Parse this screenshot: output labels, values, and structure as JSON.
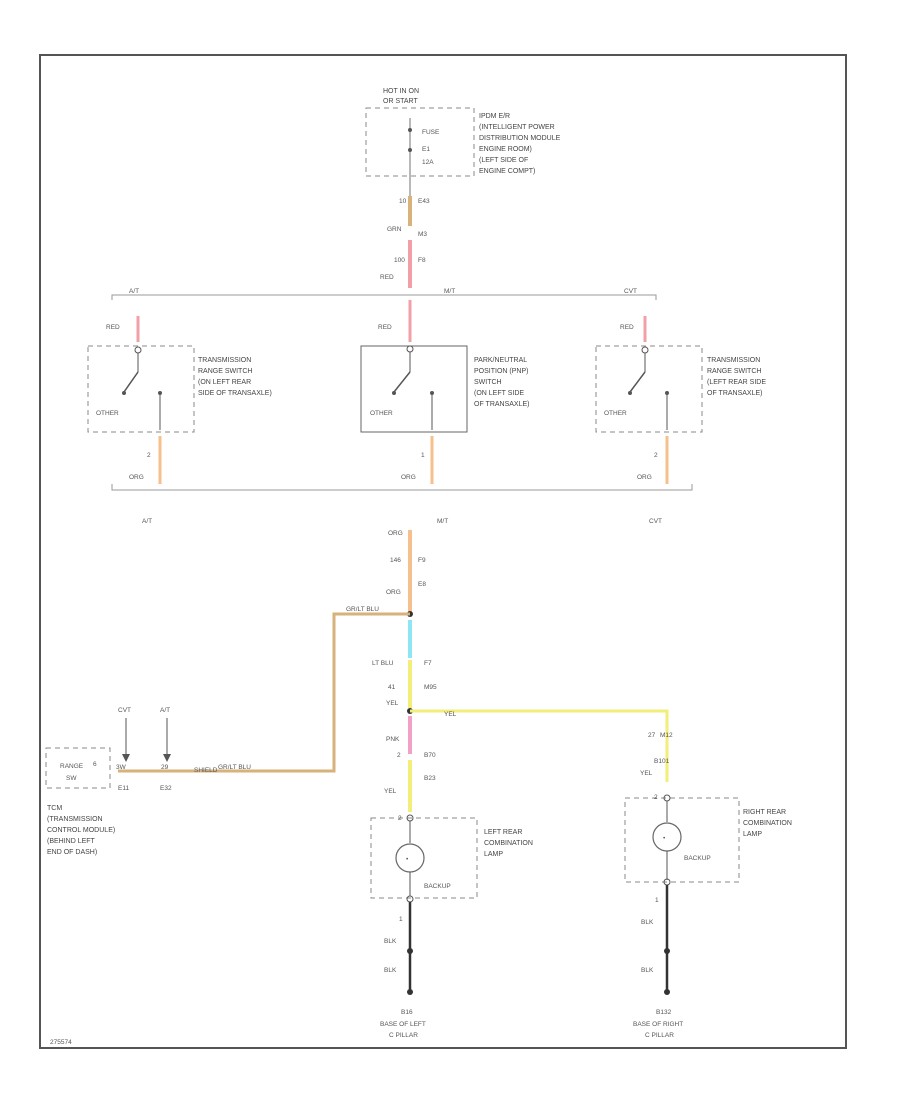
{
  "power": {
    "title_lines": [
      "HOT IN ON",
      "OR START"
    ],
    "fuse_lines": [
      "FUSE",
      "E1",
      "12A"
    ],
    "desc_lines": [
      "IPDM E/R",
      "(INTELLIGENT POWER",
      "DISTRIBUTION MODULE",
      "ENGINE ROOM)",
      "(LEFT SIDE OF",
      "ENGINE COMPT)"
    ],
    "conn1": "10",
    "conn1b": "E43",
    "wire1_color": "GRN",
    "wire1_label": "M3",
    "conn2": "100",
    "conn2b": "F8",
    "wire2_color": "RED"
  },
  "branches": {
    "left_tag": "A/T",
    "center_tag": "M/T",
    "right_tag": "CVT",
    "left_bottom": "A/T",
    "center_bottom": "M/T",
    "right_bottom": "CVT"
  },
  "switches": {
    "left": {
      "wire_top": "RED",
      "other": "OTHER",
      "pin": "2",
      "wire_bottom": "ORG",
      "desc_lines": [
        "TRANSMISSION",
        "RANGE SWITCH",
        "(ON LEFT REAR",
        "SIDE OF TRANSAXLE)"
      ]
    },
    "center": {
      "wire_top": "RED",
      "other": "OTHER",
      "pin": "1",
      "wire_bottom": "ORG",
      "desc_lines": [
        "PARK/NEUTRAL",
        "POSITION (PNP)",
        "SWITCH",
        "(ON LEFT SIDE",
        "OF TRANSAXLE)"
      ]
    },
    "right": {
      "wire_top": "RED",
      "other": "OTHER",
      "pin": "2",
      "wire_bottom": "ORG",
      "desc_lines": [
        "TRANSMISSION",
        "RANGE SWITCH",
        "(LEFT REAR SIDE",
        "OF TRANSAXLE)"
      ]
    }
  },
  "middle": {
    "wire_org_top": "ORG",
    "conn_a": "146",
    "conn_ab": "F9",
    "wire_org_mid": "ORG",
    "conn_ac": "E8",
    "splice_label": "GR/LT BLU",
    "wire_ltblu": "LT BLU",
    "conn_d": "F7",
    "conn_e": "41",
    "conn_eb": "M95",
    "wire_yel": "YEL",
    "wire_yel_right": "YEL",
    "wire_pnk": "PNK",
    "conn_f": "2",
    "conn_fb": "B70",
    "conn_g": "B23",
    "wire_yel2": "YEL"
  },
  "tcm": {
    "box_lines": [
      "RANGE",
      "SW"
    ],
    "pin": "6",
    "pin_conn": "3W",
    "conn_cvt": "E11",
    "conn_at": "E32",
    "pin_at": "29",
    "label_cvt": "CVT",
    "label_at": "A/T",
    "wire": "GR/LT BLU",
    "wire_note": "SHIELD",
    "desc_lines": [
      "TCM",
      "(TRANSMISSION",
      "CONTROL MODULE)",
      "(BEHIND LEFT",
      "END OF DASH)"
    ]
  },
  "left_lamp": {
    "pin_top": "2",
    "bulb": "BACKUP",
    "desc_lines": [
      "LEFT REAR",
      "COMBINATION",
      "LAMP"
    ],
    "pin_bot": "1",
    "wire1": "BLK",
    "wire2": "BLK",
    "ground": "B16",
    "ground_desc": [
      "BASE OF LEFT",
      "C PILLAR"
    ]
  },
  "right_lamp": {
    "conn_top": "27",
    "conn_topb": "M12",
    "conn_b": "B101",
    "wire_yel": "YEL",
    "pin_top": "2",
    "bulb": "BACKUP",
    "desc_lines": [
      "RIGHT REAR",
      "COMBINATION",
      "LAMP"
    ],
    "pin_bot": "1",
    "wire1": "BLK",
    "wire2": "BLK",
    "ground": "B132",
    "ground_desc": [
      "BASE OF RIGHT",
      "C PILLAR"
    ]
  },
  "footer": {
    "code": "275574"
  },
  "colors": {
    "red": "#f2a0a8",
    "orange": "#f5c08c",
    "tan": "#d7b27a",
    "cyan": "#8ee6f2",
    "yellow": "#f2ee7a",
    "pink": "#f2a0c8",
    "black": "#333333"
  }
}
